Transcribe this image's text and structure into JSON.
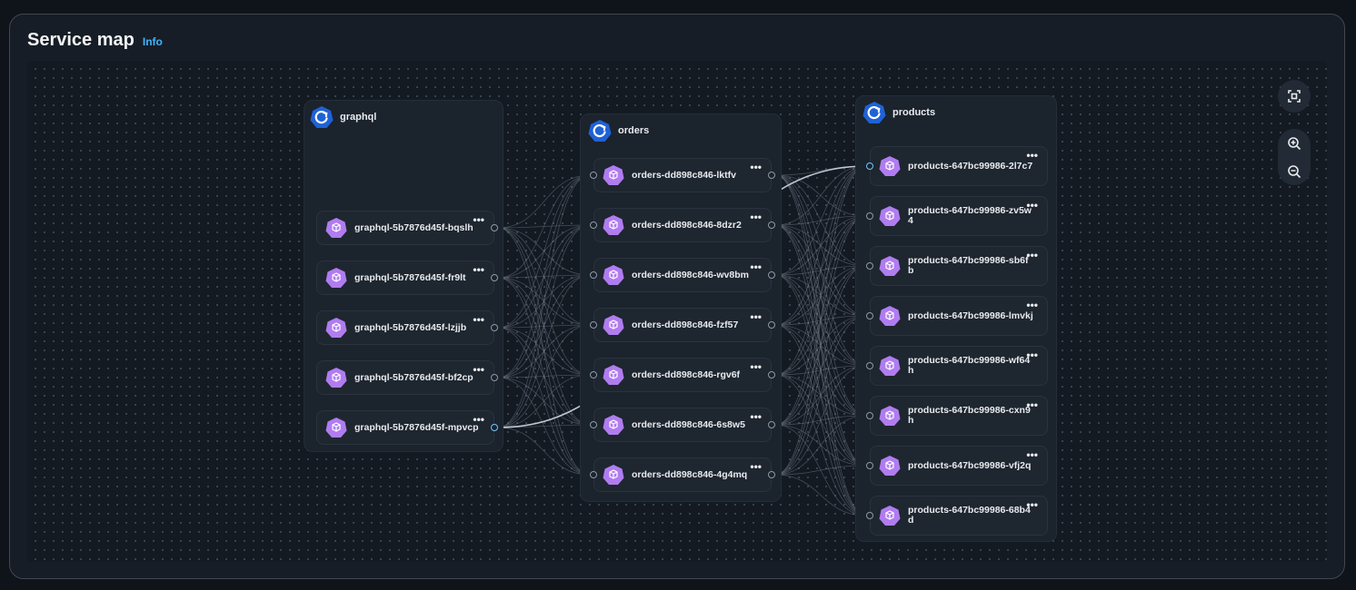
{
  "header": {
    "title": "Service map",
    "info": "Info"
  },
  "colors": {
    "service": "#1f62d6",
    "pod": "#b07cf0",
    "edge": "#7f8a96",
    "active": "#6ec6ff"
  },
  "groups": [
    {
      "id": "graphql",
      "label": "graphql",
      "icon": "service-icon",
      "pods": [
        {
          "label": "graphql-5b7876d45f-bqslh"
        },
        {
          "label": "graphql-5b7876d45f-fr9lt"
        },
        {
          "label": "graphql-5b7876d45f-lzjjb"
        },
        {
          "label": "graphql-5b7876d45f-bf2cp"
        },
        {
          "label": "graphql-5b7876d45f-mpvcp"
        }
      ]
    },
    {
      "id": "orders",
      "label": "orders",
      "icon": "service-icon",
      "pods": [
        {
          "label": "orders-dd898c846-lktfv"
        },
        {
          "label": "orders-dd898c846-8dzr2"
        },
        {
          "label": "orders-dd898c846-wv8bm"
        },
        {
          "label": "orders-dd898c846-fzf57"
        },
        {
          "label": "orders-dd898c846-rgv6f"
        },
        {
          "label": "orders-dd898c846-6s8w5"
        },
        {
          "label": "orders-dd898c846-4g4mq"
        }
      ]
    },
    {
      "id": "products",
      "label": "products",
      "icon": "service-icon",
      "pods": [
        {
          "label": "products-647bc99986-2l7c7"
        },
        {
          "label": "products-647bc99986-zv5w4"
        },
        {
          "label": "products-647bc99986-sb6fb"
        },
        {
          "label": "products-647bc99986-lmvkj"
        },
        {
          "label": "products-647bc99986-wf64h"
        },
        {
          "label": "products-647bc99986-cxn9h"
        },
        {
          "label": "products-647bc99986-vfj2q"
        },
        {
          "label": "products-647bc99986-68b4d"
        }
      ]
    }
  ],
  "more_label": "•••",
  "controls": {
    "fit": "fit-view-icon",
    "zoom_in": "zoom-in-icon",
    "zoom_out": "zoom-out-icon"
  }
}
